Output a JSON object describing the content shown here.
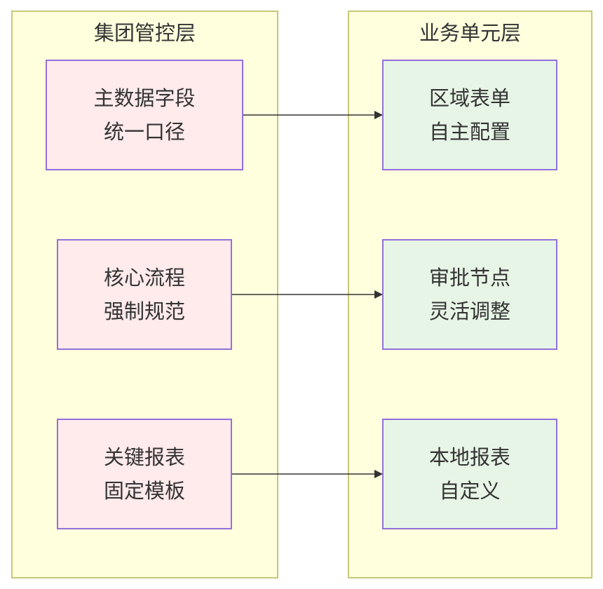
{
  "lanes": {
    "group": {
      "title": "集团管控层"
    },
    "business": {
      "title": "业务单元层"
    }
  },
  "nodes": {
    "master_data": {
      "line1": "主数据字段",
      "line2": "统一口径"
    },
    "core_process": {
      "line1": "核心流程",
      "line2": "强制规范"
    },
    "key_report": {
      "line1": "关键报表",
      "line2": "固定模板"
    },
    "regional_form": {
      "line1": "区域表单",
      "line2": "自主配置"
    },
    "approval_node": {
      "line1": "审批节点",
      "line2": "灵活调整"
    },
    "local_report": {
      "line1": "本地报表",
      "line2": "自定义"
    }
  },
  "colors": {
    "lane_fill": "#ffffde",
    "lane_border": "#c6c87a",
    "group_node_fill": "#ffeaec",
    "business_node_fill": "#e7f5e6",
    "node_border": "#9370db",
    "edge": "#333333"
  }
}
